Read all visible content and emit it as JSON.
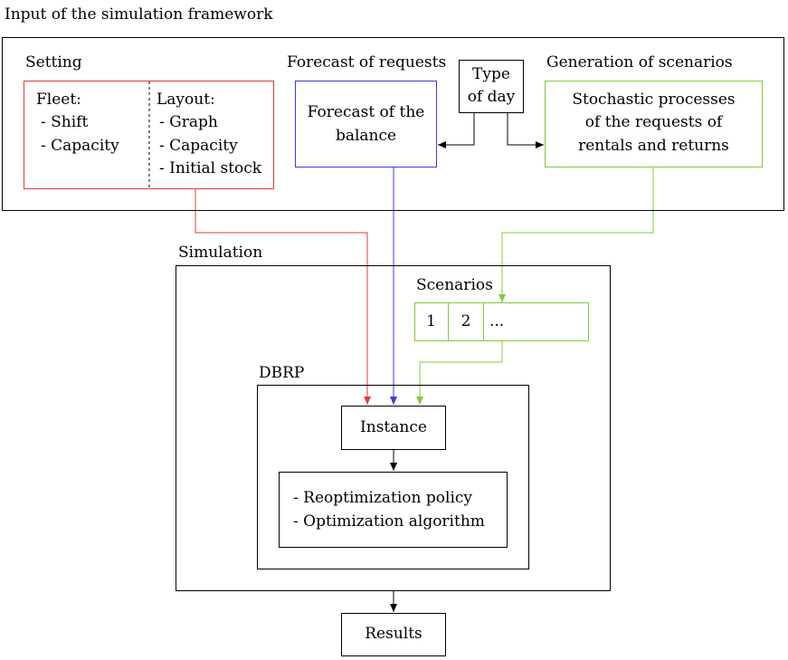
{
  "input_framework": {
    "label": "Input of the simulation framework"
  },
  "setting": {
    "label": "Setting",
    "fleet": {
      "title": "Fleet:",
      "items": [
        "- Shift",
        "- Capacity"
      ]
    },
    "layout": {
      "title": "Layout:",
      "items": [
        "- Graph",
        "- Capacity",
        "- Initial stock"
      ]
    }
  },
  "forecast": {
    "label": "Forecast of requests",
    "box_lines": [
      "Forecast of the",
      "balance"
    ]
  },
  "type_of_day": {
    "lines": [
      "Type",
      "of day"
    ]
  },
  "generation": {
    "label": "Generation of scenarios",
    "box_lines": [
      "Stochastic processes",
      "of the requests of",
      "rentals and returns"
    ]
  },
  "simulation": {
    "label": "Simulation"
  },
  "scenarios": {
    "label": "Scenarios",
    "cells": [
      "1",
      "2",
      "..."
    ]
  },
  "dbrp": {
    "label": "DBRP",
    "instance": "Instance",
    "policy_lines": [
      "- Reoptimization policy",
      "- Optimization algorithm"
    ]
  },
  "results": {
    "label": "Results"
  },
  "colors": {
    "setting": "#e53935",
    "forecast": "#3a3ae0",
    "generation": "#7dcc3a",
    "default": "#000000"
  }
}
